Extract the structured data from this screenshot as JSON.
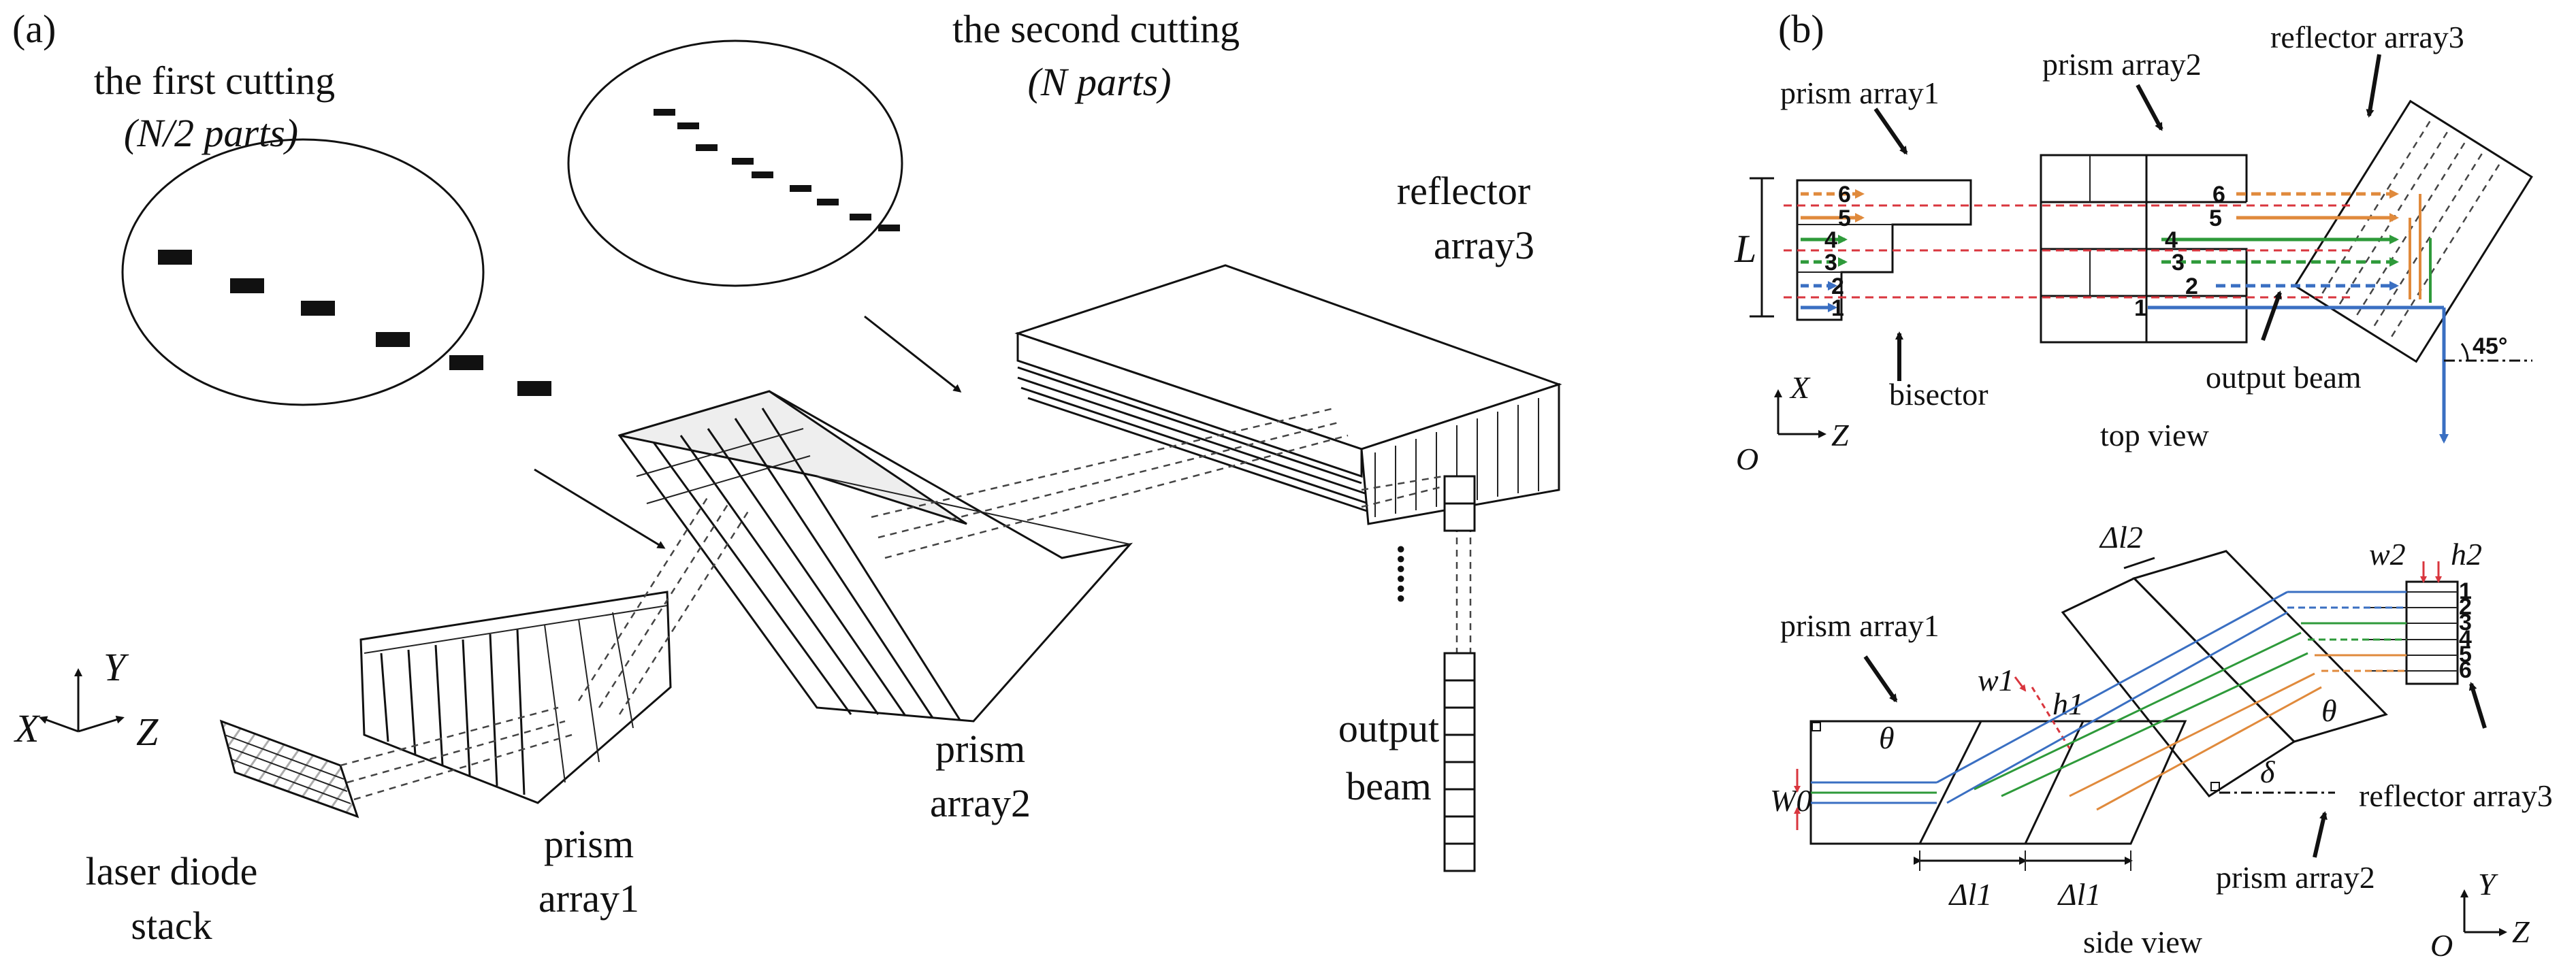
{
  "panel_a": {
    "tag": "(a)",
    "first_cut": {
      "line1": "the first cutting",
      "line2": "(N/2 parts)"
    },
    "second_cut": {
      "line1": "the second cutting",
      "line2": "(N parts)"
    },
    "reflector": {
      "line1": "reflector",
      "line2": "array3"
    },
    "prism2": {
      "line1": "prism",
      "line2": "array2"
    },
    "output": {
      "line1": "output",
      "line2": "beam",
      "dots": "......"
    },
    "prism1": {
      "line1": "prism",
      "line2": "array1"
    },
    "laser": {
      "line1": "laser diode",
      "line2": "stack"
    },
    "axes": {
      "x": "X",
      "y": "Y",
      "z": "Z"
    }
  },
  "panel_b": {
    "tag": "(b)",
    "top": {
      "prism1": "prism array1",
      "prism2": "prism array2",
      "reflector": "reflector array3",
      "L": "L",
      "bisector": "bisector",
      "output_beam": "output beam",
      "view": "top view",
      "angle": "45°",
      "axes": {
        "x": "X",
        "o": "O",
        "z": "Z"
      },
      "beam_numbers": [
        "6",
        "5",
        "4",
        "3",
        "2",
        "1"
      ]
    },
    "side": {
      "prism1": "prism array1",
      "prism2": "prism array2",
      "reflector": "reflector array3",
      "dl2": "Δl2",
      "w2": "w2",
      "h2": "h2",
      "w1": "w1",
      "h1": "h1",
      "W0": "W0",
      "theta": "θ",
      "delta": "δ",
      "dl1": "Δl1",
      "view": "side view",
      "axes": {
        "y": "Y",
        "o": "O",
        "z": "Z"
      },
      "beam_numbers": [
        "1",
        "2",
        "3",
        "4",
        "5",
        "6"
      ]
    }
  },
  "colors": {
    "blue": "#3a6fc2",
    "green": "#2e9a3a",
    "orange": "#e08a3c",
    "red": "#d9363e",
    "ink": "#111111"
  }
}
